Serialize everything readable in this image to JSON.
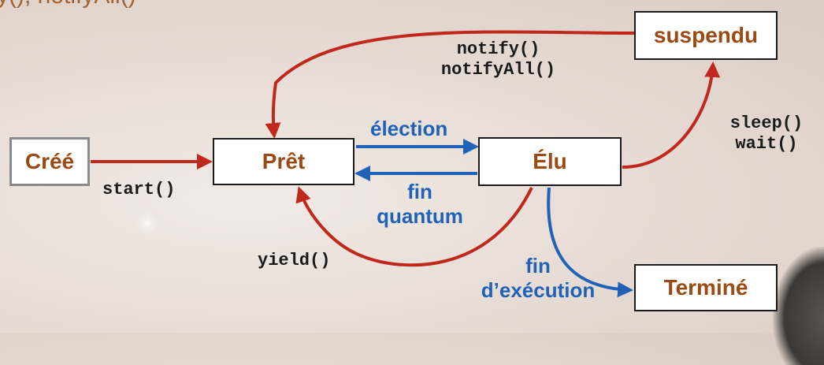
{
  "header_fragment": "y(), notifyAll()",
  "states": {
    "cree": "Créé",
    "pret": "Prêt",
    "elu": "Élu",
    "suspendu": "suspendu",
    "termine": "Terminé"
  },
  "transitions": {
    "start": "start()",
    "election": "élection",
    "fin_quantum_1": "fin",
    "fin_quantum_2": "quantum",
    "notify": "notify()",
    "notify_all": "notifyAll()",
    "sleep": "sleep()",
    "wait": "wait()",
    "yield": "yield()",
    "fin_exec_1": "fin",
    "fin_exec_2": "d’exécution"
  },
  "colors": {
    "red": "#c0281c",
    "blue": "#1f62b8",
    "state_text": "#9a4a12"
  }
}
